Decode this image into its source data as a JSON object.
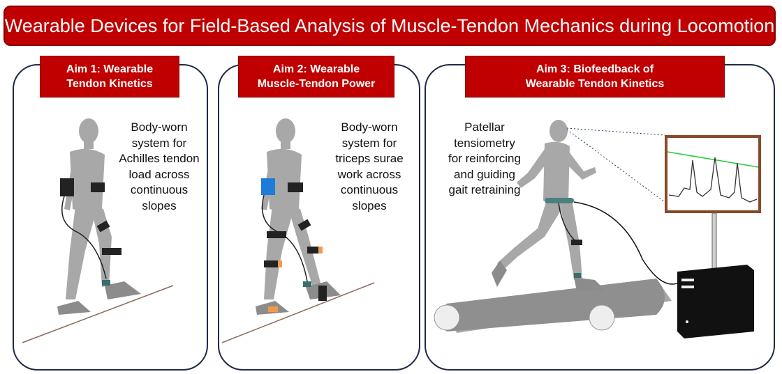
{
  "title": "Wearable Devices for Field-Based Analysis of Muscle-Tendon Mechanics during Locomotion",
  "aims": [
    {
      "line1": "Aim 1: Wearable",
      "line2": "Tendon Kinetics",
      "desc": [
        "Body-worn",
        "system for",
        "Achilles tendon",
        "load across",
        "continuous",
        "slopes"
      ]
    },
    {
      "line1": "Aim 2: Wearable",
      "line2": "Muscle-Tendon Power",
      "desc": [
        "Body-worn",
        "system for",
        "triceps surae",
        "work across",
        "continuous",
        "slopes"
      ]
    },
    {
      "line1": "Aim 3: Biofeedback of",
      "line2": "Wearable Tendon Kinetics",
      "desc": [
        "Patellar",
        "tensiometry",
        "for reinforcing",
        "and guiding",
        "gait retraining"
      ]
    }
  ],
  "colors": {
    "accent": "#c00000",
    "panel_border": "#1f2a44",
    "figure": "#a6a6a6",
    "sensor_orange": "#f39a4a",
    "sensor_blue": "#1f7bd8",
    "signal_threshold": "#22cc33"
  }
}
